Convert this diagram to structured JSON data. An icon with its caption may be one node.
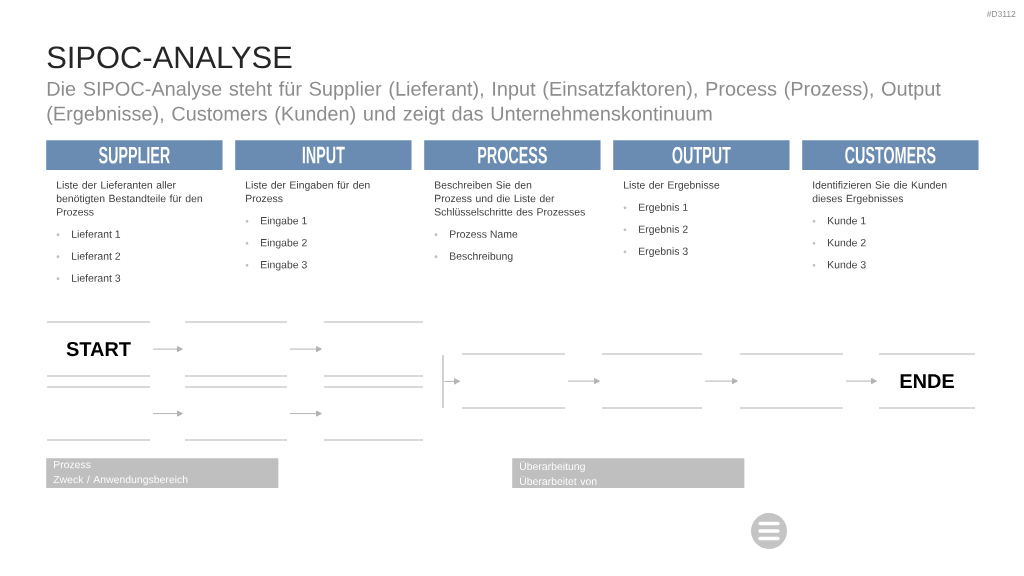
{
  "diagram": {
    "title": "SIPOC-ANALYSE",
    "nodes": [
      {
        "text": [
          "SUPPLIER"
        ],
        "beside": [
          "Liste der Lieferanten aller benötigten Bestandteile für den Prozess",
          "Lieferant 1",
          "Lieferant 2",
          "Lieferant 3"
        ]
      },
      {
        "text": [
          "INPUT"
        ],
        "beside": [
          "Liste der Eingaben für den Prozess",
          "Eingabe 1",
          "Eingabe 2",
          "Eingabe 3"
        ]
      },
      {
        "text": [
          "PROCESS"
        ],
        "beside": [
          "Beschreiben Sie den Prozess und die Liste der Schlüsselschritte des Prozesses",
          "Prozess Name",
          "Beschreibung"
        ]
      },
      {
        "text": [
          "OUTPUT"
        ],
        "beside": [
          "Liste der Ergebnisse",
          "Ergebnis 1",
          "Ergebnis 2",
          "Ergebnis 3"
        ]
      },
      {
        "text": [
          "CUSTOMERS"
        ],
        "beside": [
          "Identifizieren Sie die Kunden dieses Ergebnisses",
          "Kunde 1",
          "Kunde 2",
          "Kunde 3"
        ]
      },
      {
        "text": [
          "START"
        ]
      },
      {
        "text": [],
        "shape": "box"
      },
      {
        "text": [],
        "shape": "box"
      },
      {
        "text": [],
        "shape": "box"
      },
      {
        "text": [],
        "shape": "box"
      },
      {
        "text": [],
        "shape": "box"
      },
      {
        "text": [],
        "shape": "bar"
      },
      {
        "text": [],
        "shape": "box"
      },
      {
        "text": [],
        "shape": "box"
      },
      {
        "text": [],
        "shape": "box"
      },
      {
        "text": [
          "ENDE"
        ]
      },
      {
        "text": [
          "Prozess",
          "Zweck / Anwendungsbereich"
        ]
      },
      {
        "text": [
          "Überarbeitung",
          "Überarbeitet von"
        ]
      }
    ],
    "edges": [
      {
        "from": 5,
        "to": 6,
        "arrow": "to"
      },
      {
        "from": 6,
        "to": 7,
        "arrow": "to"
      },
      {
        "from": 8,
        "to": 9,
        "arrow": "to"
      },
      {
        "from": 9,
        "to": 10,
        "arrow": "to"
      },
      {
        "from": 11,
        "to": 12,
        "arrow": "to"
      },
      {
        "from": 12,
        "to": 13,
        "arrow": "to"
      },
      {
        "from": 13,
        "to": 14,
        "arrow": "to"
      },
      {
        "from": 14,
        "to": 15,
        "arrow": "to"
      }
    ],
    "labels": [
      "#D3112",
      "Die SIPOC-Analyse steht für Supplier (Lieferant), Input (Einsatzfaktoren), Process (Prozess), Output (Ergebnisse), Customers (Kunden) und zeigt das Unternehmenskontinuum"
    ]
  }
}
